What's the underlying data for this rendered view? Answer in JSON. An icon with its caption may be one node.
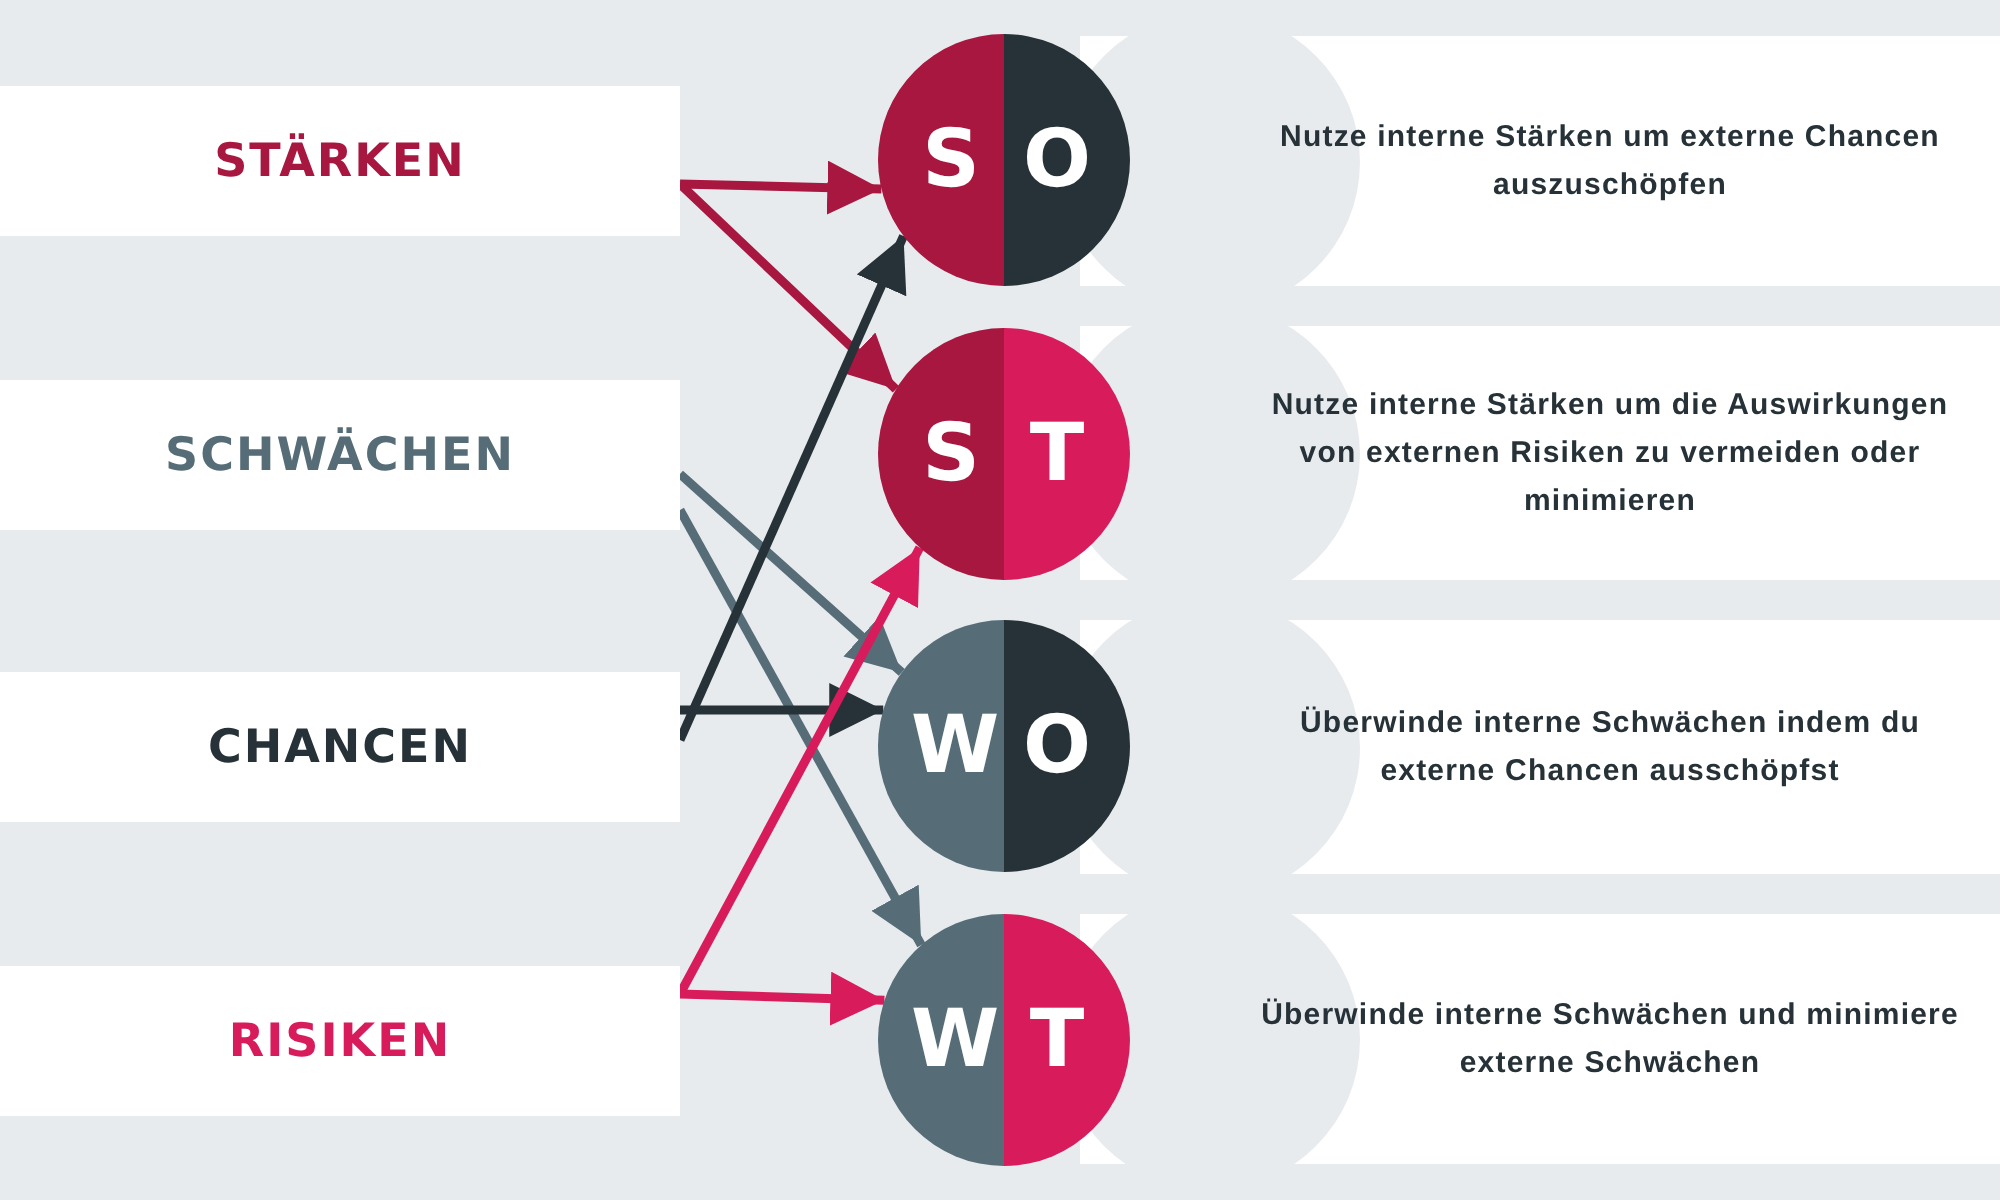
{
  "diagram": {
    "nodes": [
      {
        "text": [
          "STÄRKEN"
        ]
      },
      {
        "text": [
          "SCHWÄCHEN"
        ]
      },
      {
        "text": [
          "CHANCEN"
        ]
      },
      {
        "text": [
          "RISIKEN"
        ]
      },
      {
        "text": [
          "S",
          "O"
        ]
      },
      {
        "text": [
          "S",
          "T"
        ]
      },
      {
        "text": [
          "W",
          "O"
        ]
      },
      {
        "text": [
          "W",
          "T"
        ]
      },
      {
        "text": [
          "Nutze interne Stärken um externe Chancen auszuschöpfen"
        ]
      },
      {
        "text": [
          "Nutze interne Stärken um die Auswirkungen von externen Risiken zu vermeiden oder minimieren"
        ]
      },
      {
        "text": [
          "Überwinde interne Schwächen indem du externe Chancen ausschöpfst"
        ]
      },
      {
        "text": [
          "Überwinde interne Schwächen und minimiere externe Schwächen"
        ]
      }
    ],
    "edges": [
      {
        "from": 0,
        "to": 4,
        "arrow": "to",
        "color": "#a8173f"
      },
      {
        "from": 0,
        "to": 5,
        "arrow": "to",
        "color": "#a8173f"
      },
      {
        "from": 1,
        "to": 6,
        "arrow": "to",
        "color": "#566d78"
      },
      {
        "from": 1,
        "to": 7,
        "arrow": "to",
        "color": "#566d78"
      },
      {
        "from": 2,
        "to": 4,
        "arrow": "to",
        "color": "#263238"
      },
      {
        "from": 2,
        "to": 6,
        "arrow": "to",
        "color": "#263238"
      },
      {
        "from": 3,
        "to": 5,
        "arrow": "to",
        "color": "#d81b5a"
      },
      {
        "from": 3,
        "to": 7,
        "arrow": "to",
        "color": "#d81b5a"
      }
    ]
  }
}
